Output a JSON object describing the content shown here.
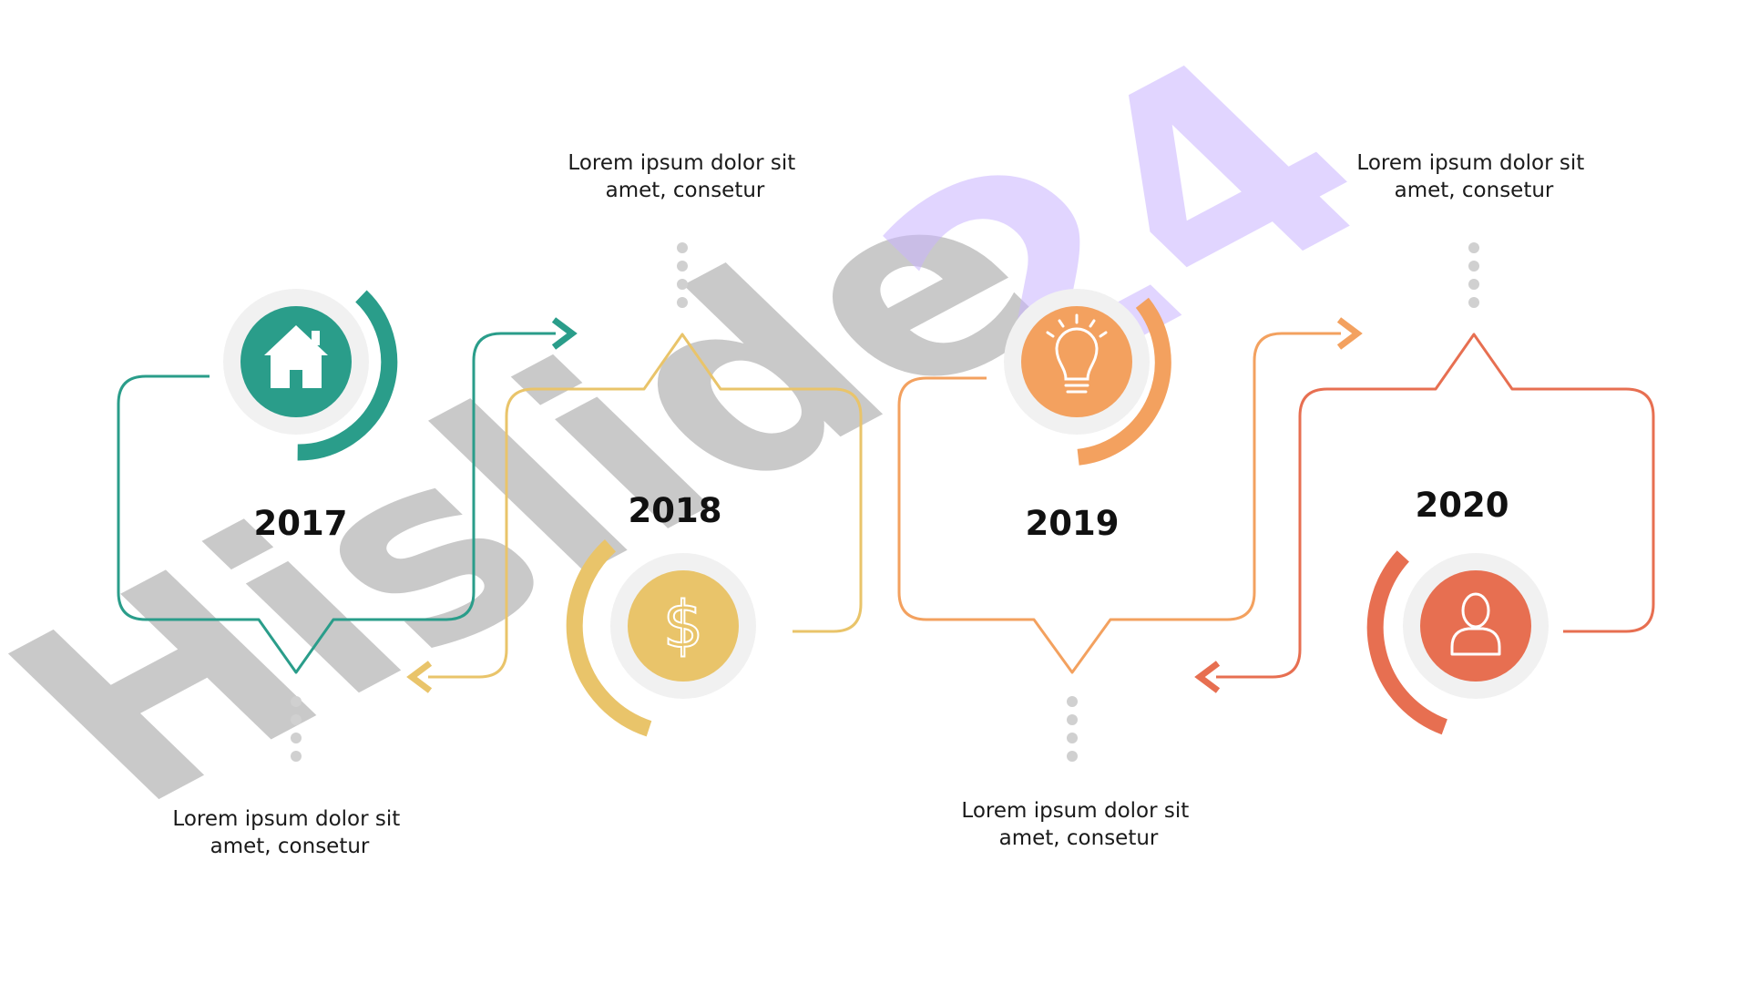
{
  "colors": {
    "teal": "#2a9d8a",
    "yellow": "#e9c46a",
    "orange": "#f3a15f",
    "coral": "#e76f51",
    "halo": "#f1f1f1",
    "dots": "#d0d0d0"
  },
  "watermark": {
    "brand": "Hislide",
    "number": "24"
  },
  "milestones": [
    {
      "year": "2017",
      "icon": "house-icon",
      "text_line1": "Lorem ipsum dolor sit",
      "text_line2": "amet, consetur"
    },
    {
      "year": "2018",
      "icon": "dollar-icon",
      "text_line1": "Lorem ipsum dolor sit",
      "text_line2": "amet, consetur"
    },
    {
      "year": "2019",
      "icon": "lightbulb-icon",
      "text_line1": "Lorem ipsum dolor sit",
      "text_line2": "amet, consetur"
    },
    {
      "year": "2020",
      "icon": "user-icon",
      "text_line1": "Lorem ipsum dolor sit",
      "text_line2": "amet, consetur"
    }
  ]
}
